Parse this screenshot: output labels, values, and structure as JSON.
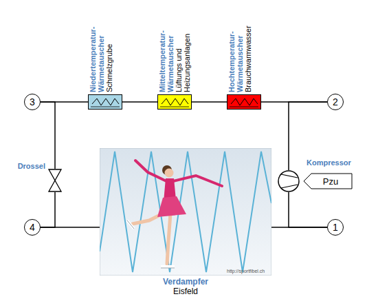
{
  "diagram": {
    "nodes": [
      {
        "text": [
          "3"
        ]
      },
      {
        "text": [
          "Niedertemperatur-Wärmetauscher",
          "Schmelzgrube"
        ]
      },
      {
        "text": [
          "Mitteltemperatur-Wärmetauscher",
          "Lüftungs und Heizungsanlagen"
        ]
      },
      {
        "text": [
          "Hochtemperatur-Wärmetauscher",
          "Brauchwarmwasser"
        ]
      },
      {
        "text": [
          "2"
        ]
      },
      {
        "text": [
          "Kompressor"
        ]
      },
      {
        "text": [
          "Pzu"
        ]
      },
      {
        "text": [
          "1"
        ]
      },
      {
        "text": [
          "Verdampfer",
          "Eisfeld"
        ]
      },
      {
        "text": [
          "4"
        ]
      },
      {
        "text": [
          "Drossel"
        ]
      }
    ],
    "edges": [
      {
        "from": 7,
        "to": 5,
        "arrow": "none"
      },
      {
        "from": 5,
        "to": 4,
        "arrow": "none"
      },
      {
        "from": 4,
        "to": 3,
        "arrow": "none"
      },
      {
        "from": 3,
        "to": 2,
        "arrow": "none"
      },
      {
        "from": 2,
        "to": 1,
        "arrow": "none"
      },
      {
        "from": 1,
        "to": 0,
        "arrow": "none"
      },
      {
        "from": 0,
        "to": 10,
        "arrow": "none"
      },
      {
        "from": 10,
        "to": 9,
        "arrow": "none"
      },
      {
        "from": 9,
        "to": 8,
        "arrow": "none"
      },
      {
        "from": 8,
        "to": 7,
        "arrow": "none"
      }
    ],
    "labels": [
      "http://sportfibel.ch"
    ]
  }
}
